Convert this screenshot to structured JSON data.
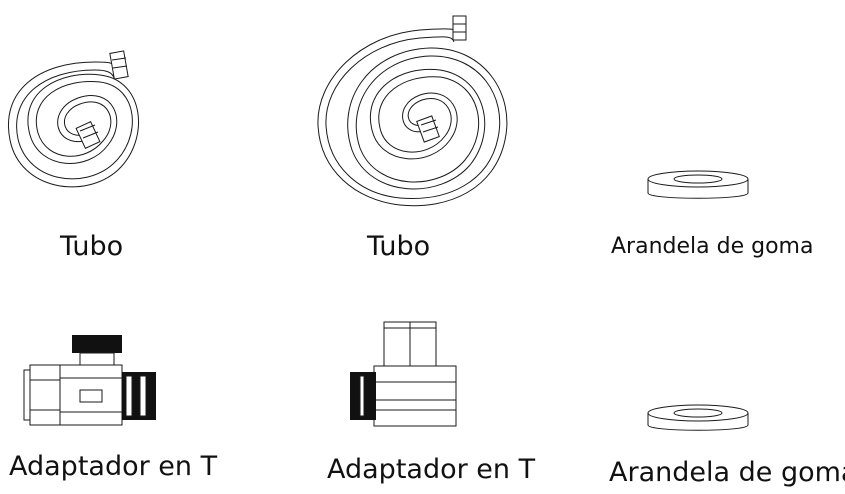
{
  "parts": [
    {
      "label": "Tubo",
      "icon": "coiled-hose-small-icon"
    },
    {
      "label": "Tubo",
      "icon": "coiled-hose-large-icon"
    },
    {
      "label": "Arandela de goma",
      "icon": "rubber-washer-icon"
    },
    {
      "label": "Adaptador en T",
      "icon": "tee-adapter-icon"
    },
    {
      "label": "Adaptador en T",
      "icon": "tee-adapter-compact-icon"
    },
    {
      "label": "Arandela de goma",
      "icon": "rubber-washer-icon"
    }
  ]
}
